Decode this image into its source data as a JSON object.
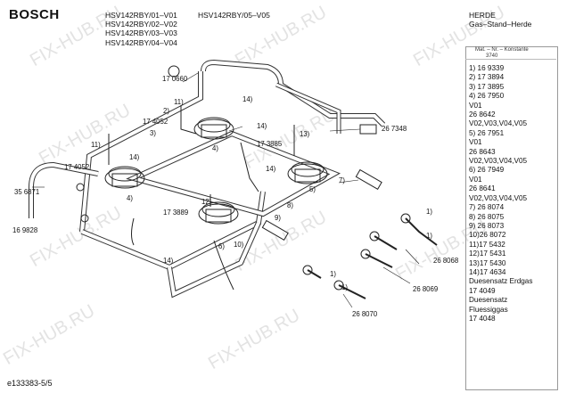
{
  "brand": "BOSCH",
  "models": [
    "HSV142RBY/01–V01",
    "HSV142RBY/02–V02",
    "HSV142RBY/03–V03",
    "HSV142RBY/04–V04"
  ],
  "models_extra": "HSV142RBY/05–V05",
  "category": [
    "HERDE",
    "Gas–Stand–Herde"
  ],
  "konstante_label": [
    "Mat. – Nr. – Konstante",
    "3740"
  ],
  "parts_list": [
    "1) 16 9339",
    "2) 17 3894",
    "3) 17 3895",
    "4) 26 7950",
    "V01",
    "26 8642",
    "V02,V03,V04,V05",
    "5) 26 7951",
    "V01",
    "26 8643",
    "V02,V03,V04,V05",
    "6) 26 7949",
    "V01",
    "26 8641",
    "V02,V03,V04,V05",
    "7) 26 8074",
    "8) 26 8075",
    "9) 26 8073",
    "10)26 8072",
    "11)17 5432",
    "12)17 5431",
    "13)17 5430",
    "14)17 4634",
    "Duesensatz Erdgas",
    "17 4049",
    "Duesensatz",
    "Fluessiggas",
    "17 4048"
  ],
  "callouts": {
    "c170660": "17 0660",
    "c11a": "11)",
    "c2": "2)",
    "c174052a": "17 4052",
    "c3": "3)",
    "c14a": "14)",
    "c267348": "26 7348",
    "c11b": "11)",
    "c174052b": "17 4052",
    "c14b": "14)",
    "c4a": "4)",
    "c13": "13)",
    "c173885": "17 3885",
    "c14c": "14)",
    "c14d": "14)",
    "c356871": "35 6871",
    "c4b": "4)",
    "c5": "5)",
    "c7": "7)",
    "c12": "12)",
    "c173889": "17 3889",
    "c8": "8)",
    "c9": "9)",
    "c169828": "16 9828",
    "c10": "10)",
    "c6": "6)",
    "c1a": "1)",
    "c1b": "1)",
    "c14e": "14)",
    "c268068": "26 8068",
    "c1c": "1)",
    "c1d": "1)",
    "c268069": "26 8069",
    "c268070": "26 8070"
  },
  "footer": "e133383-5/5",
  "watermark": "FIX-HUB.RU"
}
